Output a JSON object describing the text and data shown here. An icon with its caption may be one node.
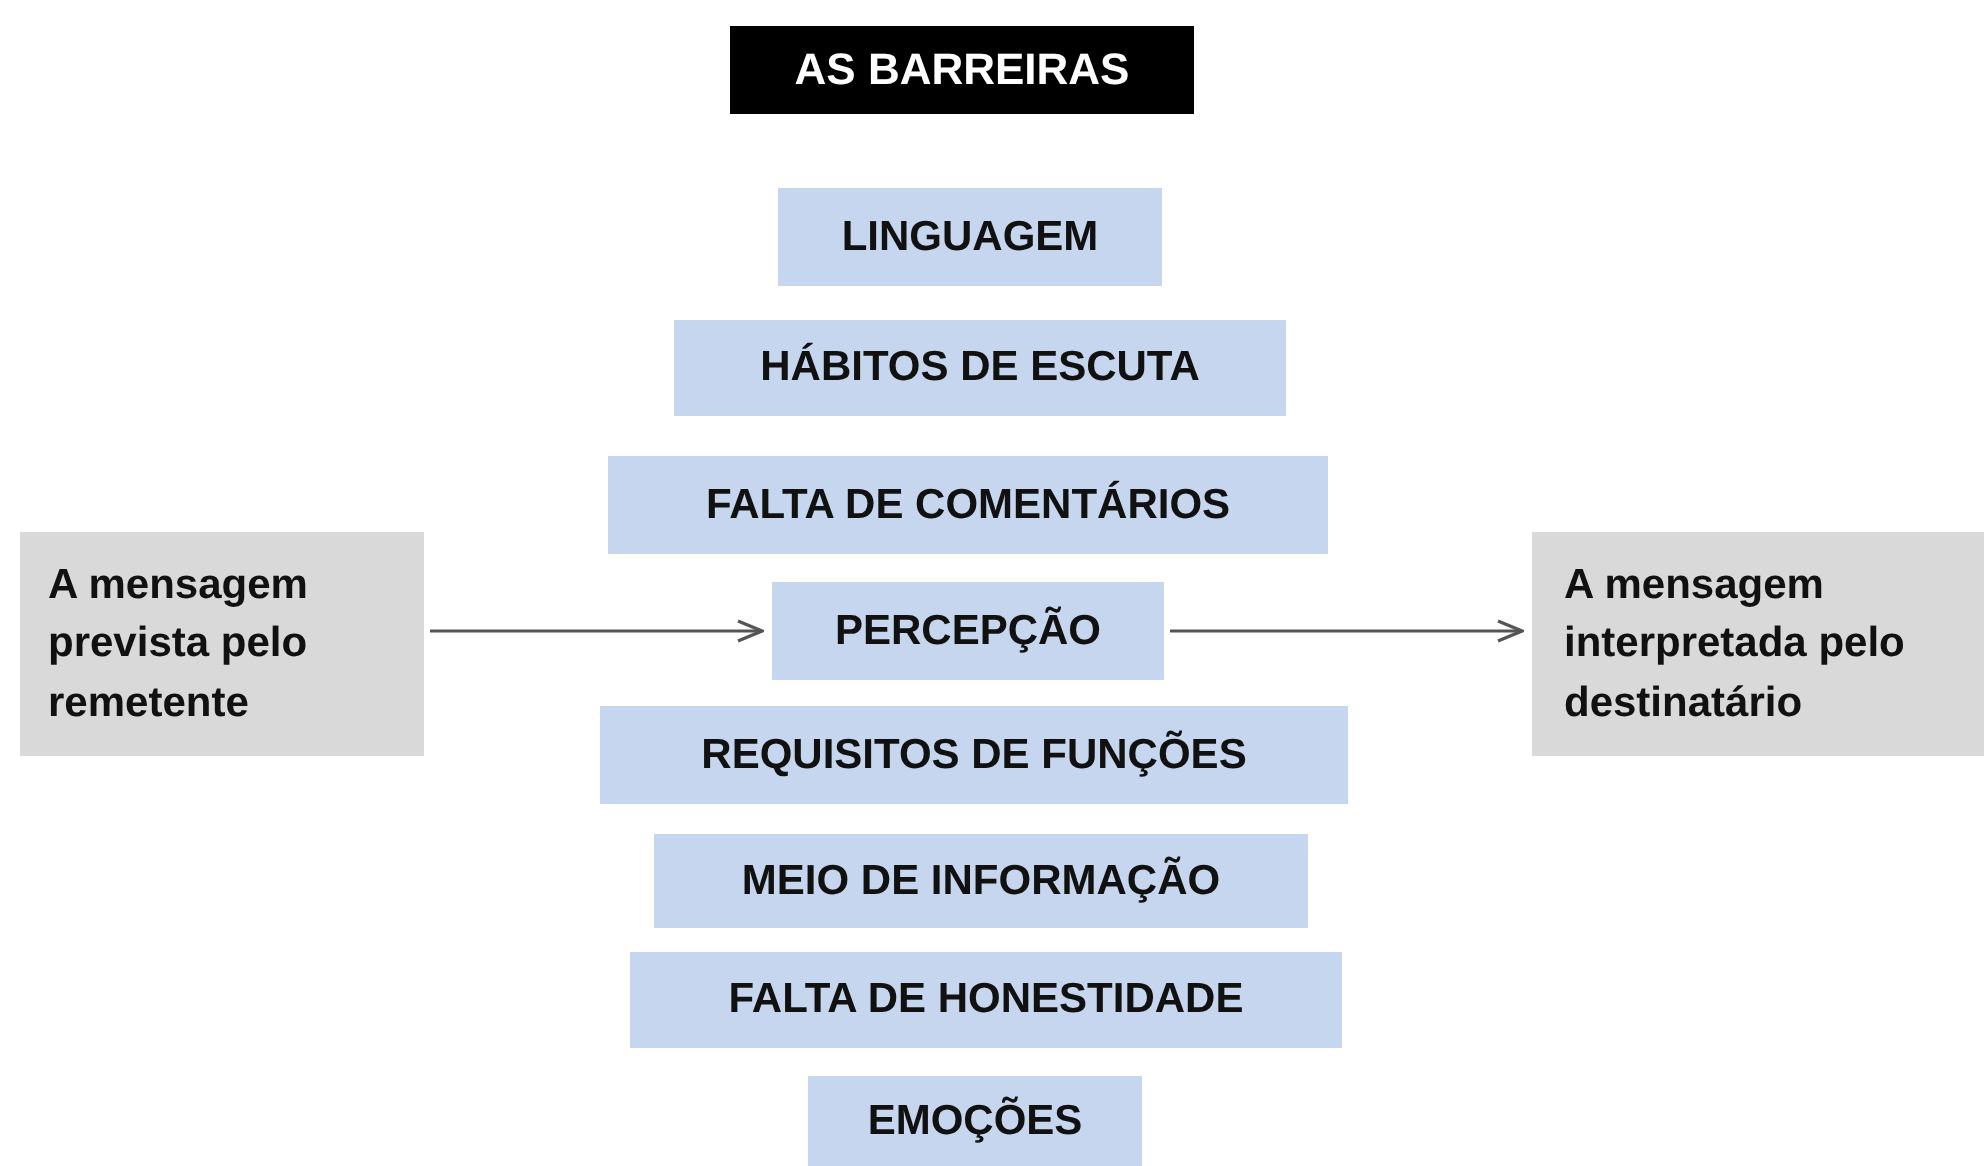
{
  "diagram": {
    "title": "AS BARREIRAS",
    "nodes": [
      {
        "text": [
          "A mensagem prevista pelo remetente"
        ]
      },
      {
        "text": [
          "LINGUAGEM"
        ]
      },
      {
        "text": [
          "HÁBITOS DE ESCUTA"
        ]
      },
      {
        "text": [
          "FALTA DE COMENTÁRIOS"
        ]
      },
      {
        "text": [
          "PERCEPÇÃO"
        ]
      },
      {
        "text": [
          "REQUISITOS DE FUNÇÕES"
        ]
      },
      {
        "text": [
          "MEIO DE INFORMAÇÃO"
        ]
      },
      {
        "text": [
          "FALTA DE HONESTIDADE"
        ]
      },
      {
        "text": [
          "EMOÇÕES"
        ]
      },
      {
        "text": [
          "A mensagem interpretada pelo destinatário"
        ]
      }
    ],
    "edges": [
      {
        "from": 0,
        "to": 4,
        "arrow": "to"
      },
      {
        "from": 4,
        "to": 9,
        "arrow": "to"
      }
    ]
  }
}
